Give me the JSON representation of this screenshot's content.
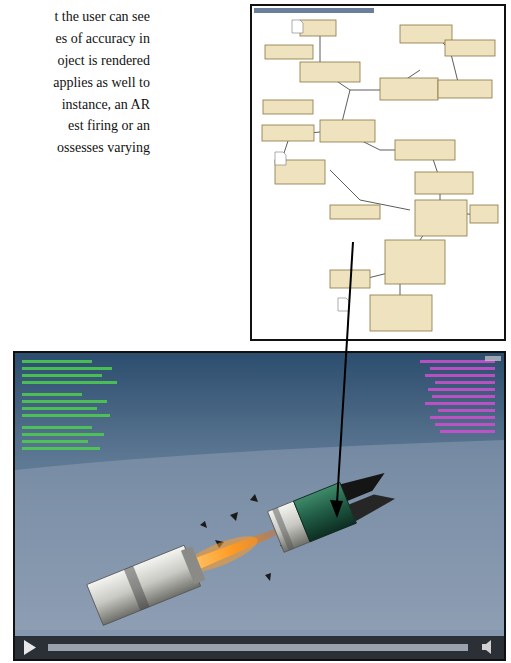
{
  "diagram": {
    "labels": [
      "t the user can see",
      "es of accuracy in",
      "oject is rendered",
      "applies as well to",
      "instance, an AR",
      "est firing or an",
      "ossesses varying"
    ]
  }
}
